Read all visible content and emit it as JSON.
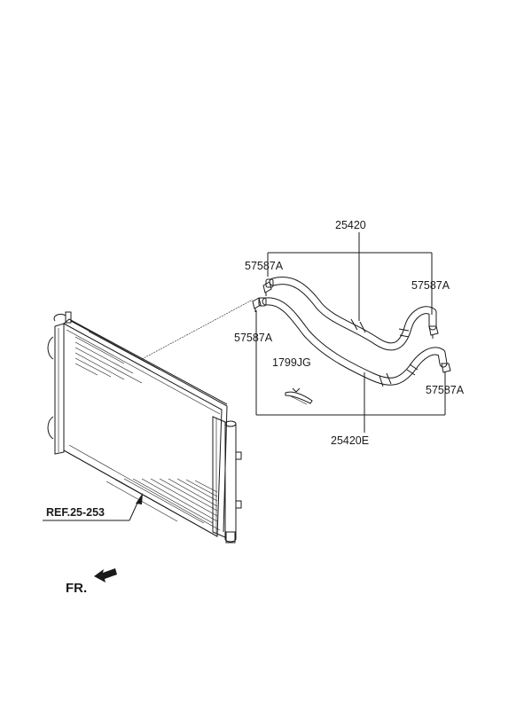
{
  "labels": {
    "hose_assembly": "25420",
    "hose_assembly_e": "25420E",
    "clamp_top_left": "57587A",
    "clamp_top_right": "57587A",
    "clamp_bottom_left": "57587A",
    "clamp_bottom_right": "57587A",
    "clip": "1799JG",
    "reference": "REF.25-253",
    "front": "FR."
  },
  "colors": {
    "line": "#1a1a1a",
    "background": "#ffffff"
  },
  "icons": {
    "front_direction": "arrow-left-icon"
  }
}
